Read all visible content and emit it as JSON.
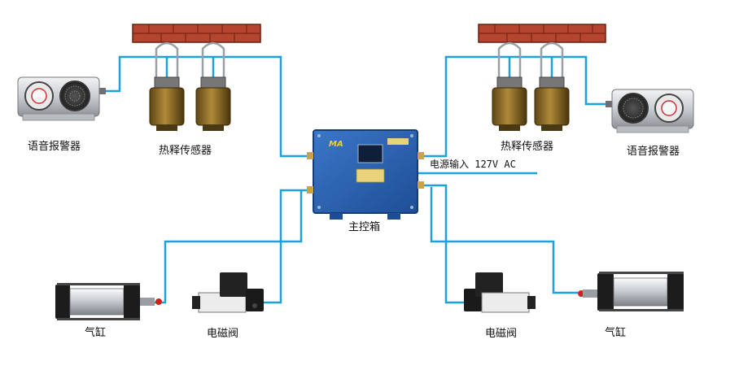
{
  "labels": {
    "alarm_left": "语音报警器",
    "sensor_left": "热释传感器",
    "sensor_right": "热释传感器",
    "alarm_right": "语音报警器",
    "power_input": "电源输入 127V AC",
    "main_box": "主控箱",
    "cylinder_left": "气缸",
    "valve_left": "电磁阀",
    "valve_right": "电磁阀",
    "cylinder_right": "气缸"
  },
  "box_logo": "MA",
  "colors": {
    "wire": "#1ea0d8",
    "box": "#2a5fb0",
    "brick": "#b5452e",
    "sensor": "#8a6a2a",
    "cylinder": "#c8ccd2"
  }
}
